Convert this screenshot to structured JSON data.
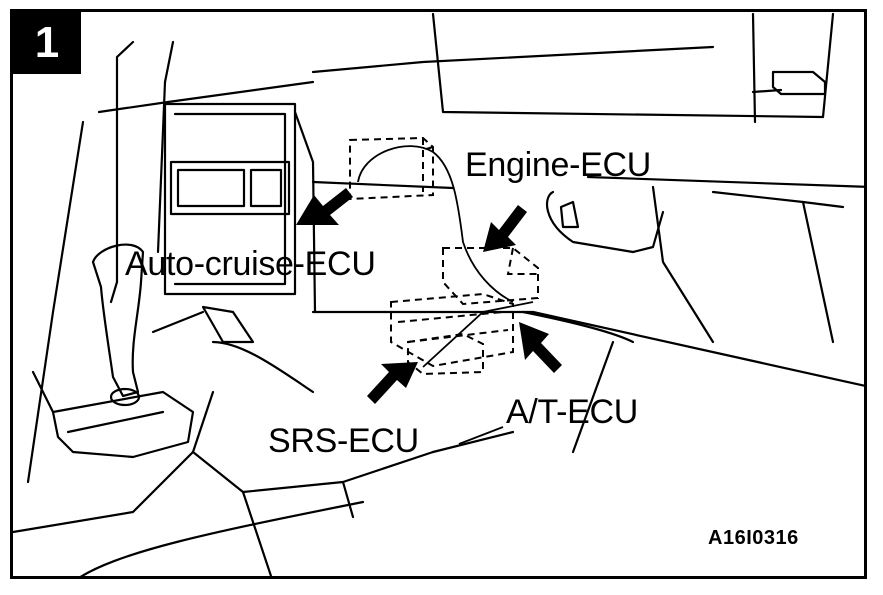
{
  "badge": "1",
  "labels": {
    "engine_ecu": "Engine-ECU",
    "auto_cruise_ecu": "Auto-cruise-ECU",
    "srs_ecu": "SRS-ECU",
    "at_ecu": "A/T-ECU"
  },
  "figure_code": "A16I0316"
}
